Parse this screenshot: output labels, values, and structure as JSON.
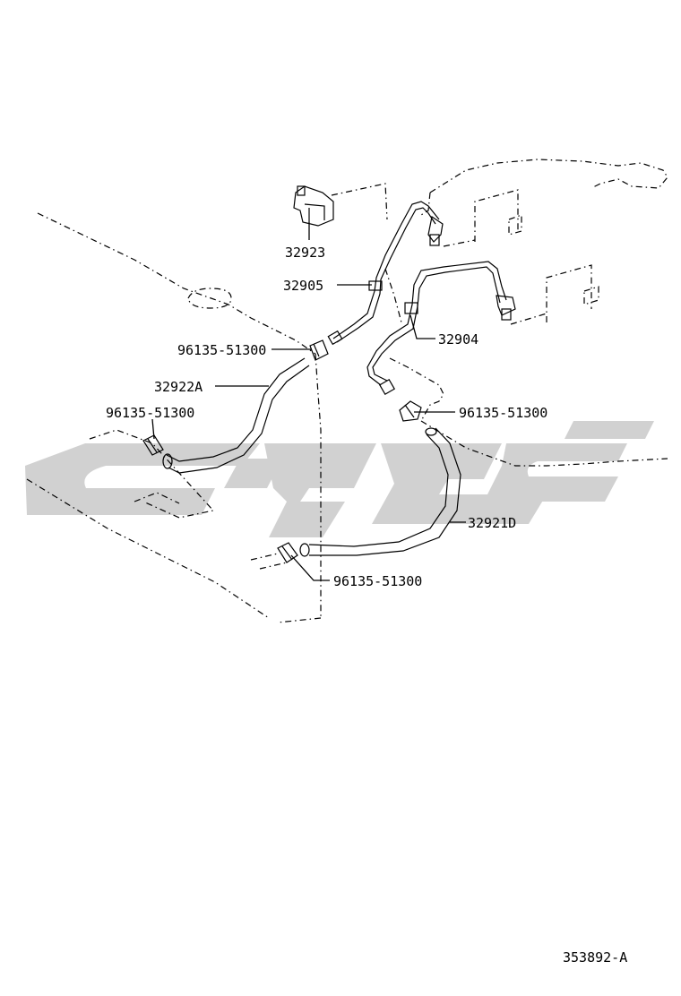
{
  "labels": {
    "p32923": "32923",
    "p32905": "32905",
    "p32904": "32904",
    "p32922a": "32922A",
    "p32921d": "32921D",
    "clamp_a": "96135-51300",
    "clamp_b": "96135-51300",
    "clamp_c": "96135-51300",
    "clamp_d": "96135-51300"
  },
  "diagram_id": "353892-A",
  "colors": {
    "line": "#000000",
    "watermark": "#cfcfcf",
    "background": "#ffffff"
  }
}
